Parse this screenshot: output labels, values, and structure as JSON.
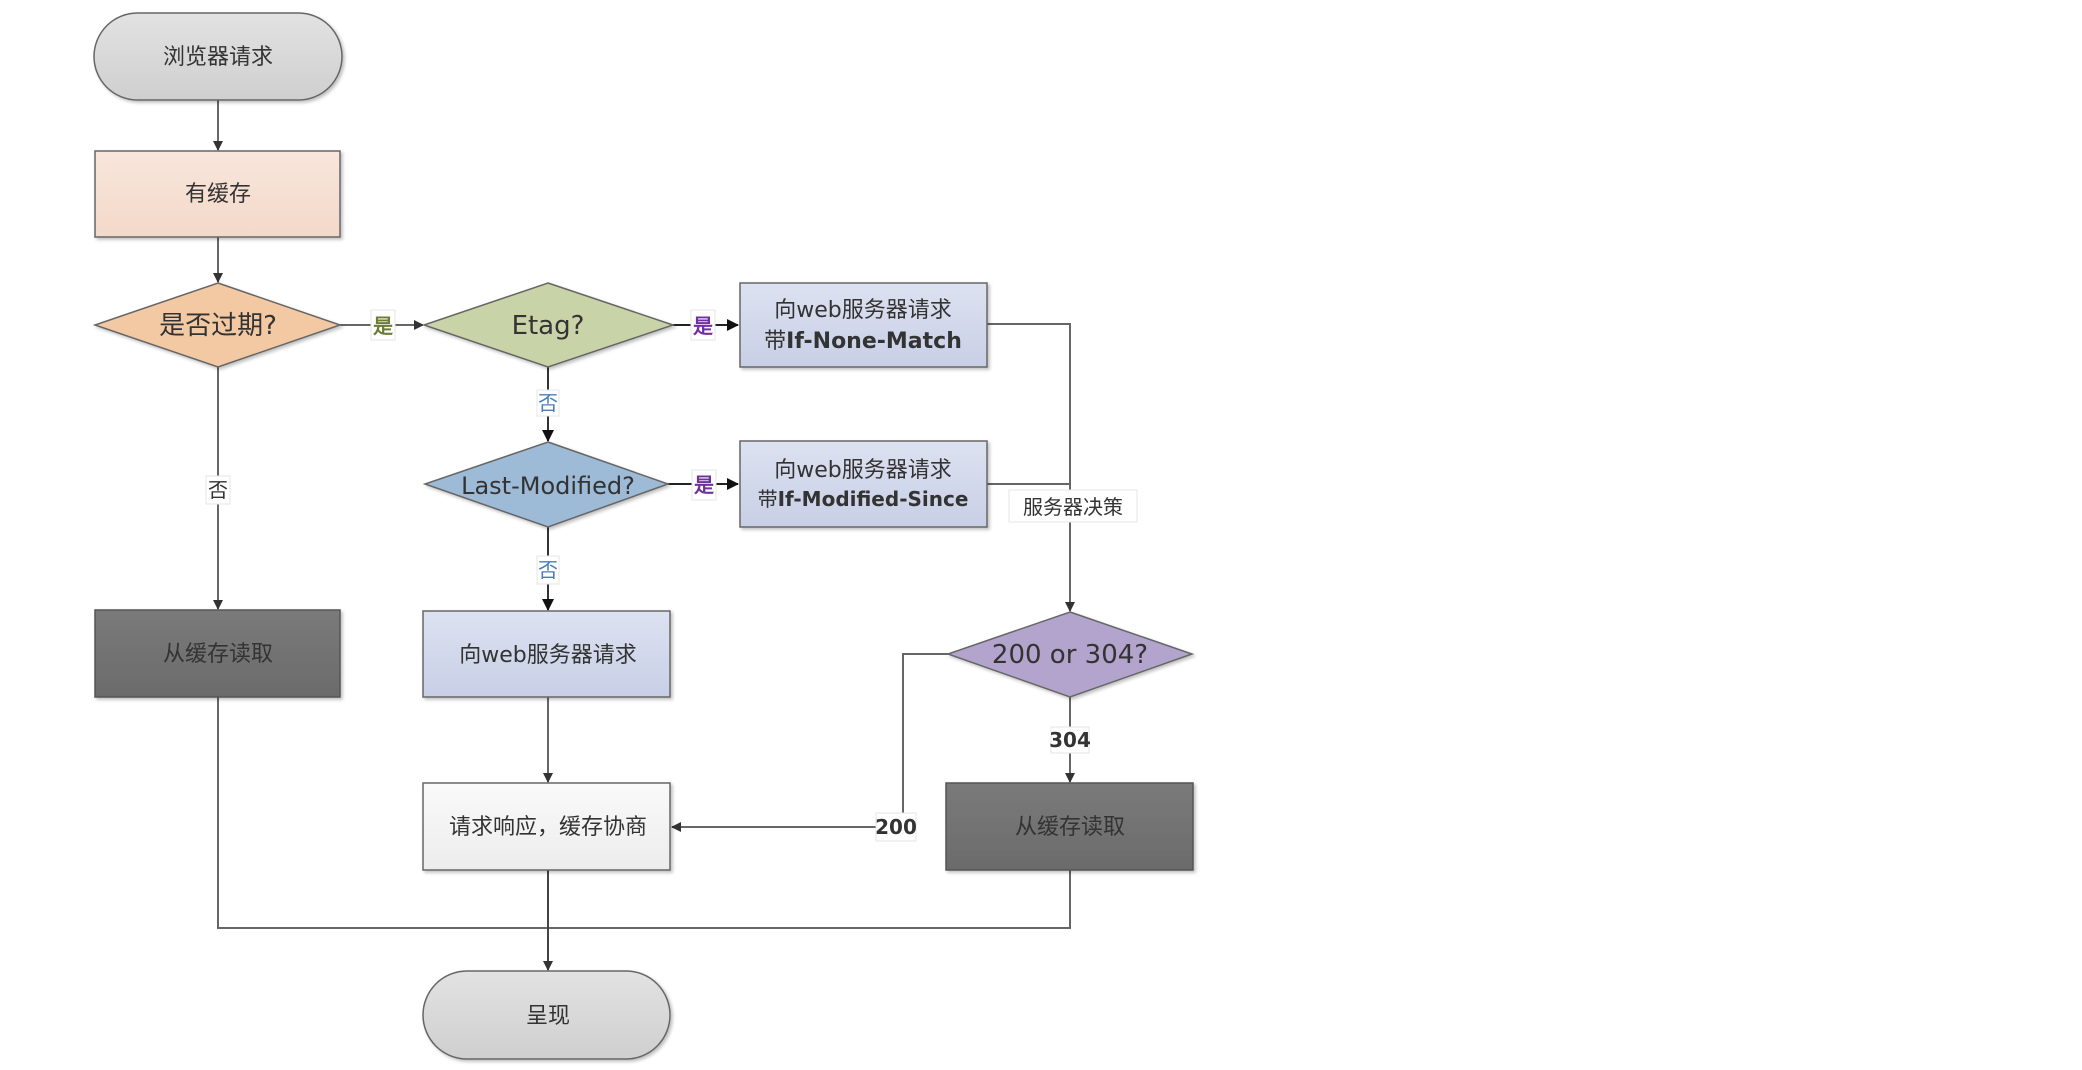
{
  "title": "浏览器缓存流程",
  "colors": {
    "terminator": "#d4d4d4",
    "cache_box": "#f6ded0",
    "expired_diamond": "#f3c9a3",
    "etag_diamond": "#c9d3a8",
    "lastmod_diamond": "#9dbad6",
    "request_box": "#d3d9ec",
    "decision_diamond": "#b2a4cc",
    "read_cache_box": "#747474",
    "response_box": "#f4f4f4",
    "line": "#666666",
    "label_yes_green": "#6b7b3a",
    "label_yes_purple": "#7030a0",
    "label_no_blue": "#4a7ebb",
    "label_dark": "#333333"
  },
  "nodes": {
    "start": "浏览器请求",
    "has_cache": "有缓存",
    "expired": "是否过期?",
    "etag": "Etag?",
    "req_etag_line1": "向web服务器请求",
    "req_etag_prefix": "带",
    "req_etag_header": "If-None-Match",
    "last_modified": "Last-Modified?",
    "req_lm_line1": "向web服务器请求",
    "req_lm_prefix": "带",
    "req_lm_header": "If-Modified-Since",
    "read_cache_left": "从缓存读取",
    "req_plain": "向web服务器请求",
    "status_decision": "200 or 304?",
    "response": "请求响应，缓存协商",
    "read_cache_right": "从缓存读取",
    "end": "呈现"
  },
  "edge_labels": {
    "expired_yes": "是",
    "expired_no": "否",
    "etag_yes": "是",
    "etag_no": "否",
    "lastmod_yes": "是",
    "lastmod_no": "否",
    "server_decision": "服务器决策",
    "status_304": "304",
    "status_200": "200"
  }
}
